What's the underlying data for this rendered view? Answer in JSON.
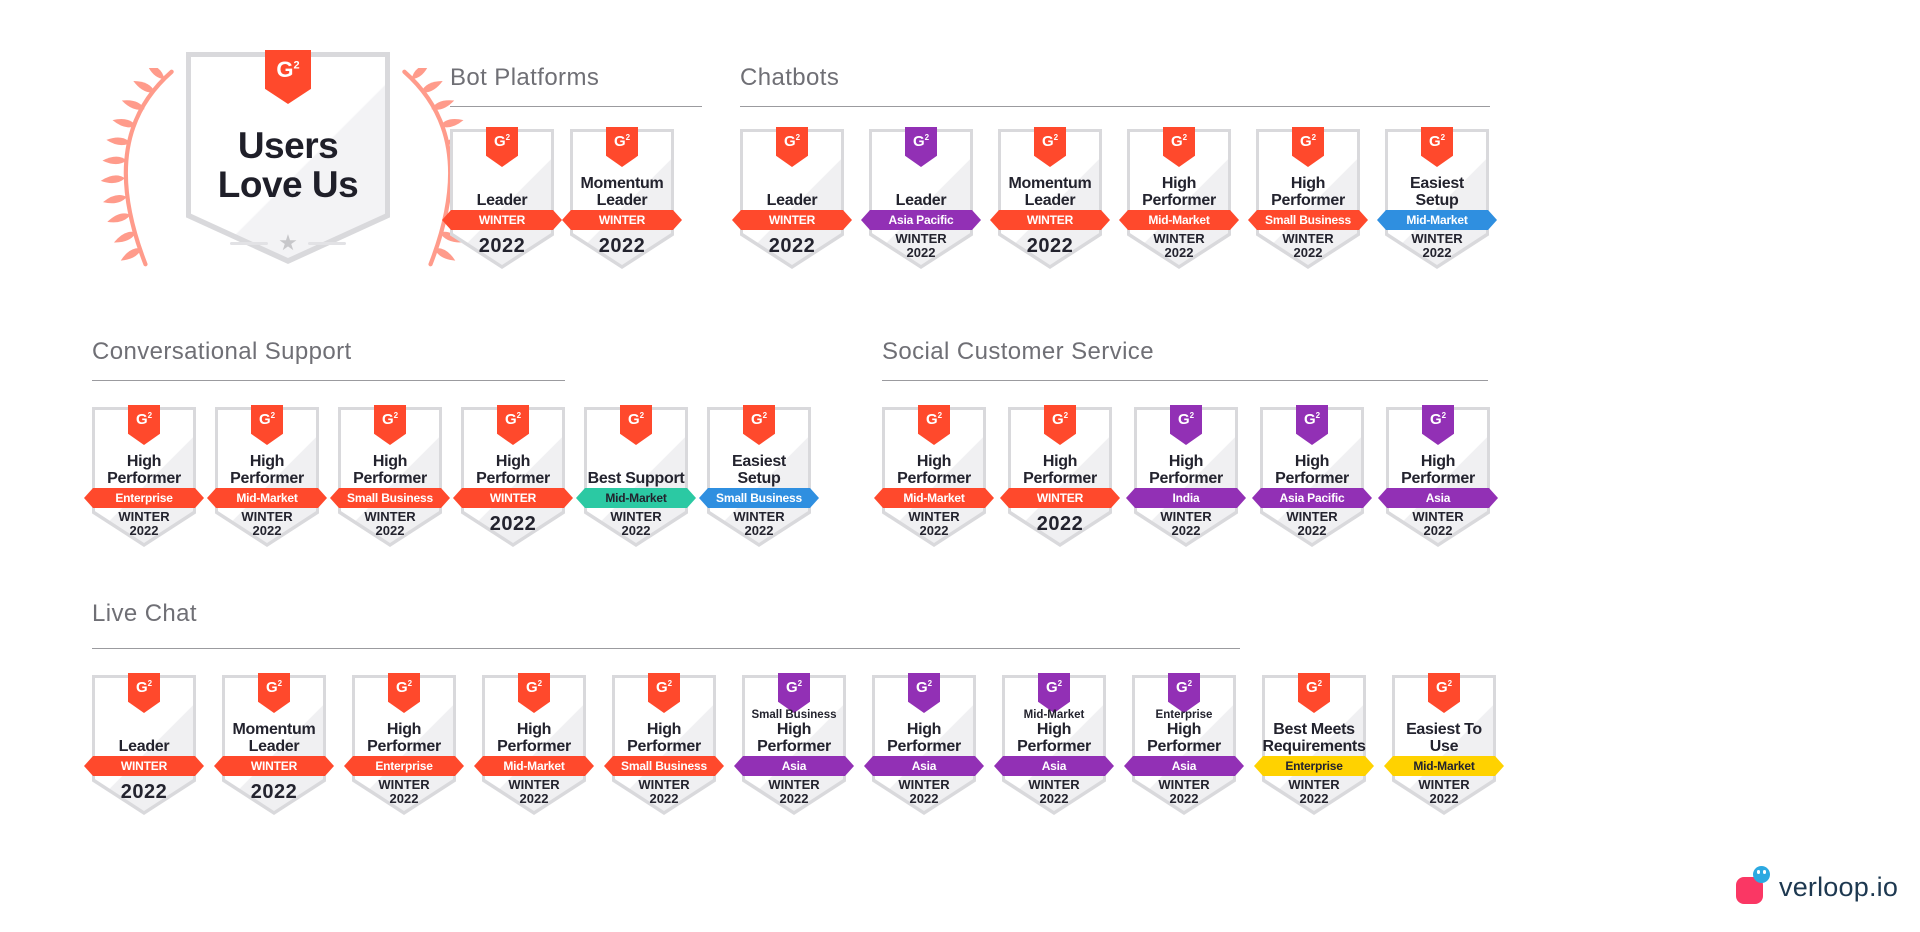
{
  "colors": {
    "red": "#FF492C",
    "purple": "#9230B5",
    "teal": "#2BC9A3",
    "blue": "#2F8FE0",
    "yellow": "#FFD200",
    "dark": "#23232E",
    "salmon": "#FF9B8B"
  },
  "g2": {
    "letter": "G",
    "exp": "2"
  },
  "emblem": {
    "line1": "Users",
    "line2": "Love Us"
  },
  "sections": [
    {
      "title": "Bot Platforms",
      "badges": [
        {
          "title": "Leader",
          "ribbon": "WINTER",
          "ribbon_color": "red",
          "flag_color": "red",
          "sub": [
            "2022"
          ]
        },
        {
          "title": "Momentum Leader",
          "ribbon": "WINTER",
          "ribbon_color": "red",
          "flag_color": "red",
          "sub": [
            "2022"
          ]
        }
      ]
    },
    {
      "title": "Chatbots",
      "badges": [
        {
          "title": "Leader",
          "ribbon": "WINTER",
          "ribbon_color": "red",
          "flag_color": "red",
          "sub": [
            "2022"
          ]
        },
        {
          "title": "Leader",
          "ribbon": "Asia Pacific",
          "ribbon_color": "purple",
          "flag_color": "purple",
          "sub": [
            "WINTER",
            "2022"
          ]
        },
        {
          "title": "Momentum Leader",
          "ribbon": "WINTER",
          "ribbon_color": "red",
          "flag_color": "red",
          "sub": [
            "2022"
          ]
        },
        {
          "title": "High Performer",
          "ribbon": "Mid-Market",
          "ribbon_color": "red",
          "flag_color": "red",
          "sub": [
            "WINTER",
            "2022"
          ]
        },
        {
          "title": "High Performer",
          "ribbon": "Small Business",
          "ribbon_color": "red",
          "flag_color": "red",
          "sub": [
            "WINTER",
            "2022"
          ]
        },
        {
          "title": "Easiest Setup",
          "ribbon": "Mid-Market",
          "ribbon_color": "blue",
          "flag_color": "red",
          "sub": [
            "WINTER",
            "2022"
          ]
        }
      ]
    },
    {
      "title": "Conversational Support",
      "badges": [
        {
          "title": "High Performer",
          "ribbon": "Enterprise",
          "ribbon_color": "red",
          "flag_color": "red",
          "sub": [
            "WINTER",
            "2022"
          ]
        },
        {
          "title": "High Performer",
          "ribbon": "Mid-Market",
          "ribbon_color": "red",
          "flag_color": "red",
          "sub": [
            "WINTER",
            "2022"
          ]
        },
        {
          "title": "High Performer",
          "ribbon": "Small Business",
          "ribbon_color": "red",
          "flag_color": "red",
          "sub": [
            "WINTER",
            "2022"
          ]
        },
        {
          "title": "High Performer",
          "ribbon": "WINTER",
          "ribbon_color": "red",
          "flag_color": "red",
          "sub": [
            "2022"
          ]
        },
        {
          "title": "Best Support",
          "ribbon": "Mid-Market",
          "ribbon_color": "teal",
          "flag_color": "red",
          "sub": [
            "WINTER",
            "2022"
          ]
        },
        {
          "title": "Easiest Setup",
          "ribbon": "Small Business",
          "ribbon_color": "blue",
          "flag_color": "red",
          "sub": [
            "WINTER",
            "2022"
          ]
        }
      ]
    },
    {
      "title": "Social Customer Service",
      "badges": [
        {
          "title": "High Performer",
          "ribbon": "Mid-Market",
          "ribbon_color": "red",
          "flag_color": "red",
          "sub": [
            "WINTER",
            "2022"
          ]
        },
        {
          "title": "High Performer",
          "ribbon": "WINTER",
          "ribbon_color": "red",
          "flag_color": "red",
          "sub": [
            "2022"
          ]
        },
        {
          "title": "High Performer",
          "ribbon": "India",
          "ribbon_color": "purple",
          "flag_color": "purple",
          "sub": [
            "WINTER",
            "2022"
          ]
        },
        {
          "title": "High Performer",
          "ribbon": "Asia Pacific",
          "ribbon_color": "purple",
          "flag_color": "purple",
          "sub": [
            "WINTER",
            "2022"
          ]
        },
        {
          "title": "High Performer",
          "ribbon": "Asia",
          "ribbon_color": "purple",
          "flag_color": "purple",
          "sub": [
            "WINTER",
            "2022"
          ]
        }
      ]
    },
    {
      "title": "Live Chat",
      "badges": [
        {
          "title": "Leader",
          "ribbon": "WINTER",
          "ribbon_color": "red",
          "flag_color": "red",
          "sub": [
            "2022"
          ]
        },
        {
          "title": "Momentum Leader",
          "ribbon": "WINTER",
          "ribbon_color": "red",
          "flag_color": "red",
          "sub": [
            "2022"
          ]
        },
        {
          "title": "High Performer",
          "ribbon": "Enterprise",
          "ribbon_color": "red",
          "flag_color": "red",
          "sub": [
            "WINTER",
            "2022"
          ]
        },
        {
          "title": "High Performer",
          "ribbon": "Mid-Market",
          "ribbon_color": "red",
          "flag_color": "red",
          "sub": [
            "WINTER",
            "2022"
          ]
        },
        {
          "title": "High Performer",
          "ribbon": "Small Business",
          "ribbon_color": "red",
          "flag_color": "red",
          "sub": [
            "WINTER",
            "2022"
          ]
        },
        {
          "pretitle": "Small Business",
          "title": "High Performer",
          "ribbon": "Asia",
          "ribbon_color": "purple",
          "flag_color": "purple",
          "sub": [
            "WINTER",
            "2022"
          ]
        },
        {
          "title": "High Performer",
          "ribbon": "Asia",
          "ribbon_color": "purple",
          "flag_color": "purple",
          "sub": [
            "WINTER",
            "2022"
          ]
        },
        {
          "pretitle": "Mid-Market",
          "title": "High Performer",
          "ribbon": "Asia",
          "ribbon_color": "purple",
          "flag_color": "purple",
          "sub": [
            "WINTER",
            "2022"
          ]
        },
        {
          "pretitle": "Enterprise",
          "title": "High Performer",
          "ribbon": "Asia",
          "ribbon_color": "purple",
          "flag_color": "purple",
          "sub": [
            "WINTER",
            "2022"
          ]
        },
        {
          "title": "Best Meets Requirements",
          "ribbon": "Enterprise",
          "ribbon_color": "yellow",
          "flag_color": "red",
          "sub": [
            "WINTER",
            "2022"
          ]
        },
        {
          "title": "Easiest To Use",
          "ribbon": "Mid-Market",
          "ribbon_color": "yellow",
          "flag_color": "red",
          "sub": [
            "WINTER",
            "2022"
          ]
        }
      ]
    }
  ],
  "footer": {
    "brand": "verloop.io"
  }
}
